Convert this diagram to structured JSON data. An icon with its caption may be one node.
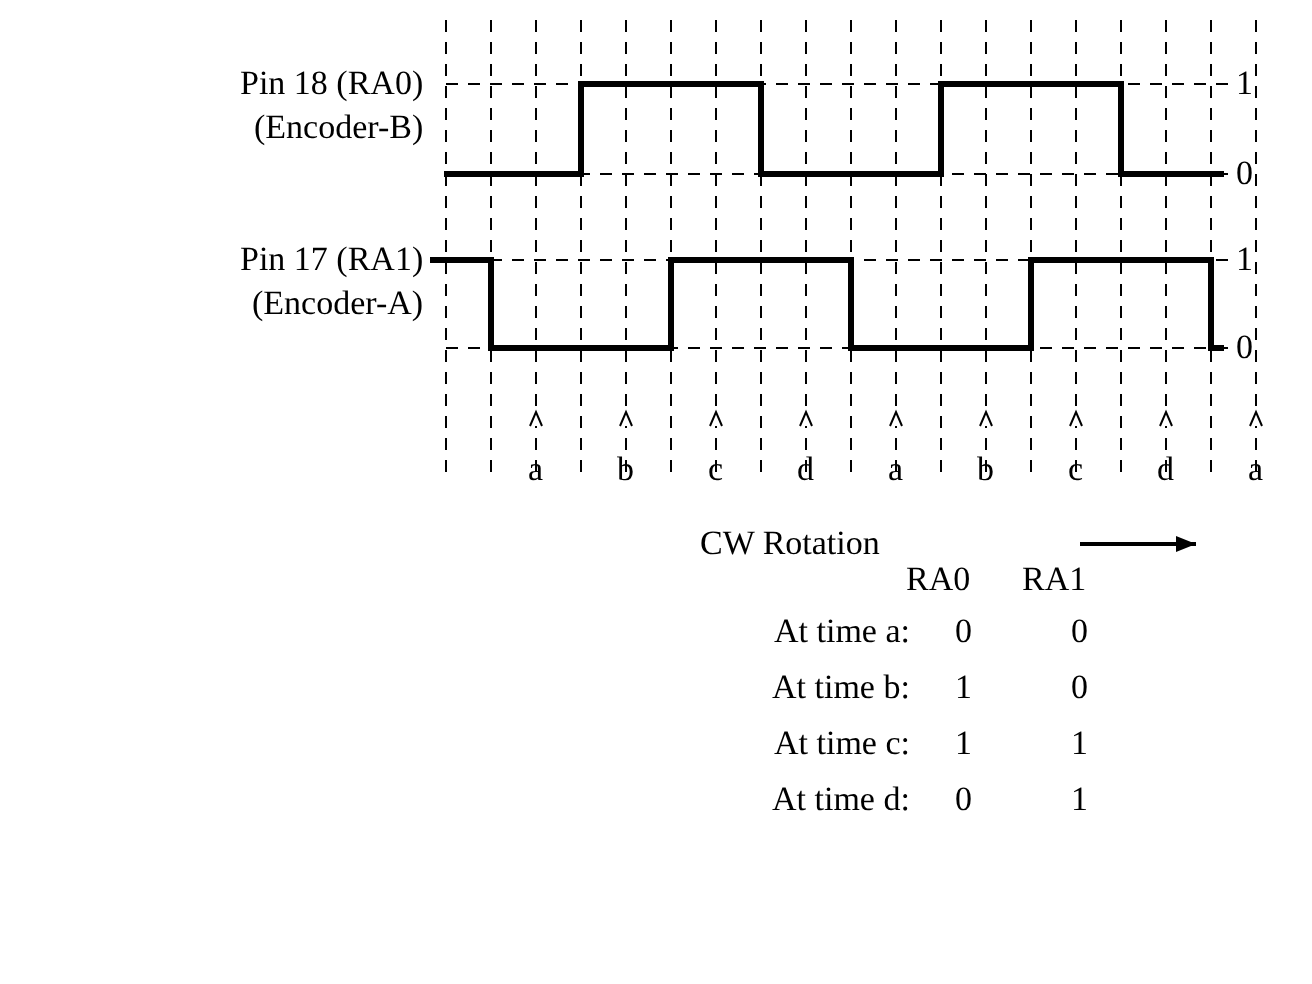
{
  "diagram": {
    "labels": [
      "Pin 18 (RA0)",
      "1",
      "(Encoder-B)",
      "0",
      "Pin 17 (RA1)",
      "1",
      "(Encoder-A)",
      "0",
      "a",
      "b",
      "c",
      "d",
      "a",
      "b",
      "c",
      "d",
      "a",
      "CW Rotation",
      "RA0",
      "RA1",
      "At time a:",
      "0",
      "0",
      "At time b:",
      "1",
      "0",
      "At time c:",
      "1",
      "1",
      "At time d:",
      "0",
      "1"
    ]
  }
}
